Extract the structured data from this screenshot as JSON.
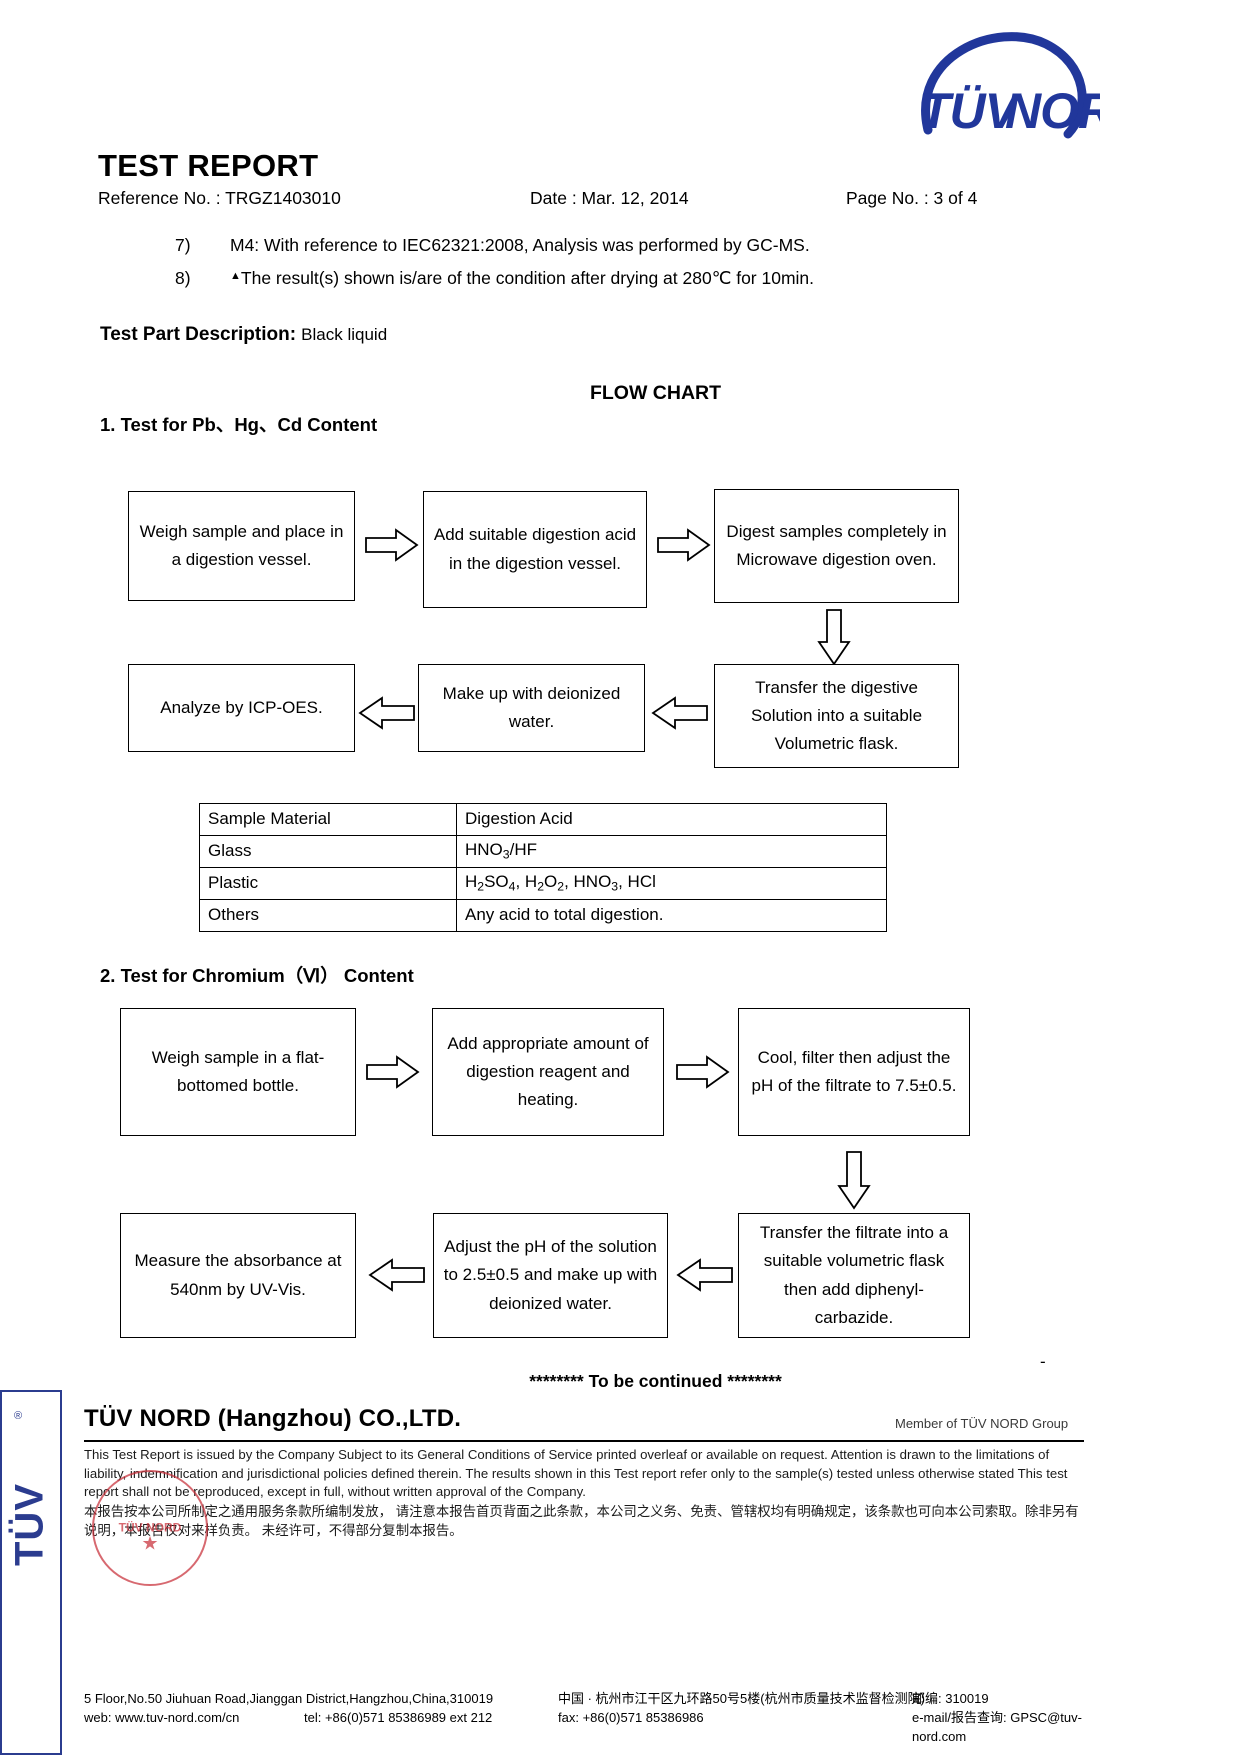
{
  "header": {
    "logo_text": "TÜV NORD",
    "title": "TEST REPORT",
    "reference_label": "Reference No. : TRGZ1403010",
    "date_label": "Date : Mar. 12, 2014",
    "page_label": "Page No. : 3 of 4"
  },
  "notes": [
    {
      "num": "7)",
      "text": "M4: With reference to IEC62321:2008, Analysis was performed by GC-MS."
    },
    {
      "num": "8)",
      "text": "The result(s) shown is/are of the condition after drying at 280℃  for 10min.",
      "marker": "▲"
    }
  ],
  "test_part": {
    "label": "Test Part Description:",
    "value": "Black liquid"
  },
  "flow_chart_title": "FLOW CHART",
  "section1": {
    "heading": "1.   Test for Pb、Hg、Cd Content",
    "boxes": {
      "b1": "Weigh sample and place in a digestion vessel.",
      "b2": "Add suitable digestion acid in the digestion vessel.",
      "b3": "Digest samples completely in Microwave digestion oven.",
      "b4": "Transfer the digestive Solution into a suitable Volumetric flask.",
      "b5": "Make up with deionized water.",
      "b6": "Analyze by ICP-OES."
    },
    "table": {
      "headers": [
        "Sample Material",
        "Digestion Acid"
      ],
      "rows": [
        [
          "Glass",
          "HNO₃/HF"
        ],
        [
          "Plastic",
          "H₂SO₄, H₂O₂, HNO₃, HCl"
        ],
        [
          "Others",
          "Any acid to total digestion."
        ]
      ]
    }
  },
  "section2": {
    "heading": "2. Test for Chromium（Ⅵ）  Content",
    "boxes": {
      "b1": "Weigh sample in a flat-bottomed bottle.",
      "b2": "Add appropriate amount of digestion reagent and heating.",
      "b3": "Cool, filter then adjust the pH of the filtrate to 7.5±0.5.",
      "b4": "Transfer the filtrate into a suitable volumetric flask then add diphenyl-carbazide.",
      "b5": "Adjust the pH of the solution to 2.5±0.5 and make up with deionized water.",
      "b6": "Measure the absorbance at 540nm by UV-Vis."
    }
  },
  "continued": "******** To be continued ********",
  "stray_mark": "-",
  "footer": {
    "company": "TÜV NORD (Hangzhou) CO.,LTD.",
    "member": "Member of TÜV NORD Group",
    "disclaimer_en": "This Test Report is issued by the Company Subject to its General Conditions of Service printed overleaf or available on request. Attention is drawn to the limitations of liability, indemnification and jurisdictional policies defined therein. The results shown in this Test report refer only to the sample(s) tested unless otherwise stated This test report shall not be reproduced, except in full, without written approval of the Company.",
    "disclaimer_cn1": "本报告按本公司所制定之通用服务条款所编制发放， 请注意本报告首页背面之此条款，本公司之义务、免责、管辖权均有明确规定，该条款也可向本公司索取。除非另有说明，本报告仅对来样负责。 未经许可，不得部分复制本报告。",
    "address_en": "5 Floor,No.50 Jiuhuan Road,Jianggan District,Hangzhou,China,310019",
    "web": "web: www.tuv-nord.com/cn",
    "tel": "tel: +86(0)571 85386989 ext 212",
    "address_cn": "中国 · 杭州市江干区九环路50号5楼(杭州市质量技术监督检测院)",
    "fax": "fax: +86(0)571 85386986",
    "postcode": "邮编: 310019",
    "email": "e-mail/报告查询: GPSC@tuv-nord.com",
    "side_band_text": "TÜV",
    "side_band_reg": "®",
    "stamp_text": "TÜV NORD"
  },
  "colors": {
    "brand_blue": "#2b3c8f",
    "stamp_red": "#c8303a",
    "text": "#000000"
  }
}
